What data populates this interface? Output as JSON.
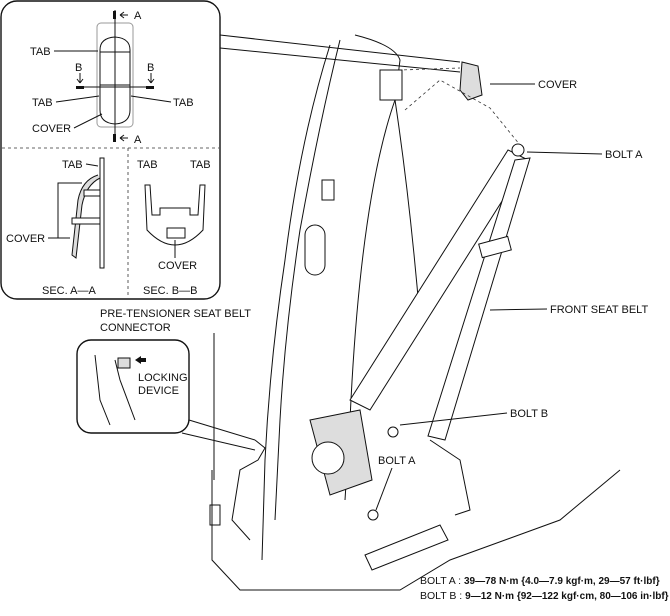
{
  "inset": {
    "top_view": {
      "tab_top": "TAB",
      "tab_left": "TAB",
      "tab_right": "TAB",
      "cover": "COVER",
      "section_b_left": "B",
      "section_b_right": "B",
      "section_a_top": "A",
      "section_a_bottom": "A"
    },
    "sec_a": {
      "tab": "TAB",
      "cover": "COVER",
      "caption": "SEC. A—A"
    },
    "sec_b": {
      "tab_left": "TAB",
      "tab_right": "TAB",
      "cover": "COVER",
      "caption": "SEC. B—B"
    }
  },
  "main": {
    "cover": "COVER",
    "bolt_a_top": "BOLT A",
    "front_seat_belt": "FRONT SEAT BELT",
    "connector_line1": "PRE-TENSIONER SEAT BELT",
    "connector_line2": "CONNECTOR",
    "locking_line1": "LOCKING",
    "locking_line2": "DEVICE",
    "bolt_b": "BOLT B",
    "bolt_a_bottom": "BOLT A"
  },
  "torque": {
    "bolt_a_label": "BOLT A : ",
    "bolt_a_value": "39—78 N·m {4.0—7.9 kgf·m, 29—57 ft·lbf}",
    "bolt_b_label": "BOLT B : ",
    "bolt_b_value": "9—12 N·m {92—122 kgf·cm, 80—106 in·lbf}"
  }
}
